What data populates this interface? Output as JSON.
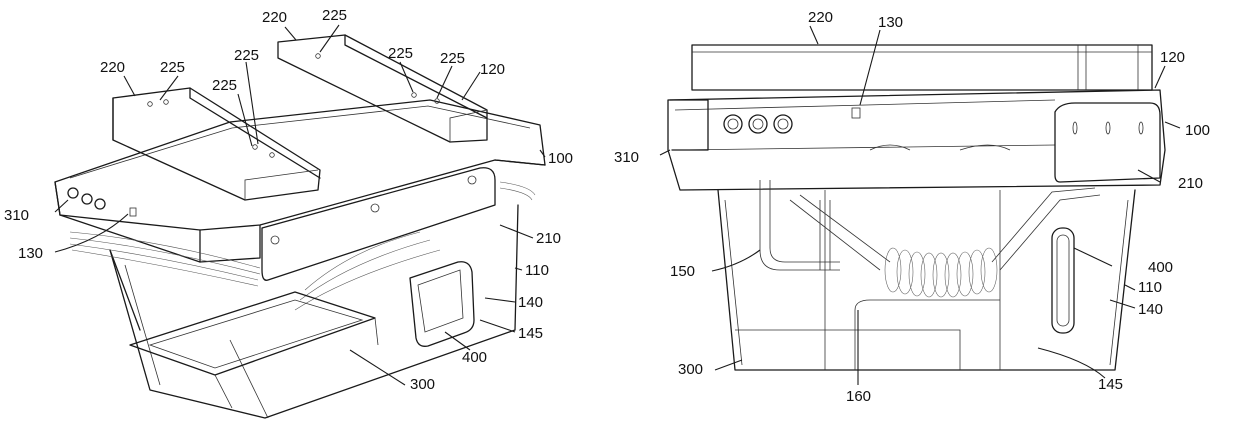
{
  "left_figure": {
    "labels": {
      "l220": "220",
      "l225_a": "225",
      "l220_b": "220",
      "l225_b": "225",
      "l225_c": "225",
      "l225_d": "225",
      "l225_e": "225",
      "l225_f": "225",
      "l120": "120",
      "l100": "100",
      "l310": "310",
      "l130": "130",
      "l210": "210",
      "l110": "110",
      "l140": "140",
      "l145": "145",
      "l400": "400",
      "l300": "300"
    }
  },
  "right_figure": {
    "labels": {
      "l220": "220",
      "l130": "130",
      "l120": "120",
      "l100": "100",
      "l310": "310",
      "l210": "210",
      "l150": "150",
      "l400": "400",
      "l110": "110",
      "l140": "140",
      "l300": "300",
      "l145": "145",
      "l160": "160"
    }
  }
}
